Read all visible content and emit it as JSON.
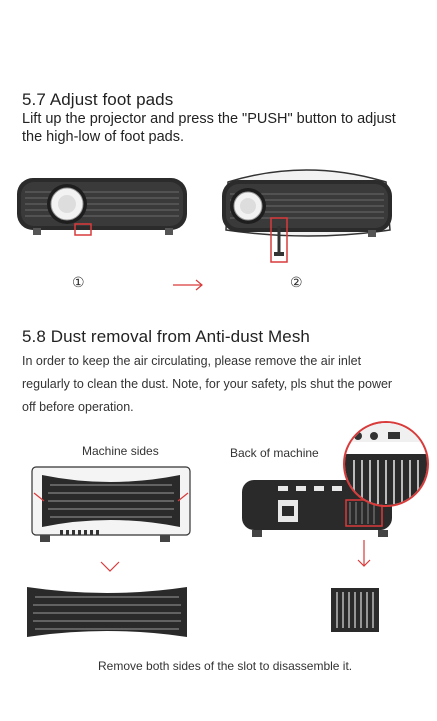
{
  "section_57": {
    "heading": "5.7 Adjust foot pads",
    "line1": "Lift up the projector and press the \"PUSH\" button to adjust",
    "line2": "the high-low of foot pads.",
    "step1": "①",
    "step2": "②"
  },
  "section_58": {
    "heading": "5.8 Dust removal from Anti-dust Mesh",
    "line1": "In order to keep the air circulating, please remove the air inlet",
    "line2": "regularly to clean the dust. Note, for your safety, pls shut the power",
    "line3": "off before operation.",
    "label_sides": "Machine sides",
    "label_back": "Back of machine",
    "caption": "Remove both sides of the slot to disassemble it."
  },
  "colors": {
    "accent": "#d93a3a",
    "device": "#2a2a2a"
  }
}
